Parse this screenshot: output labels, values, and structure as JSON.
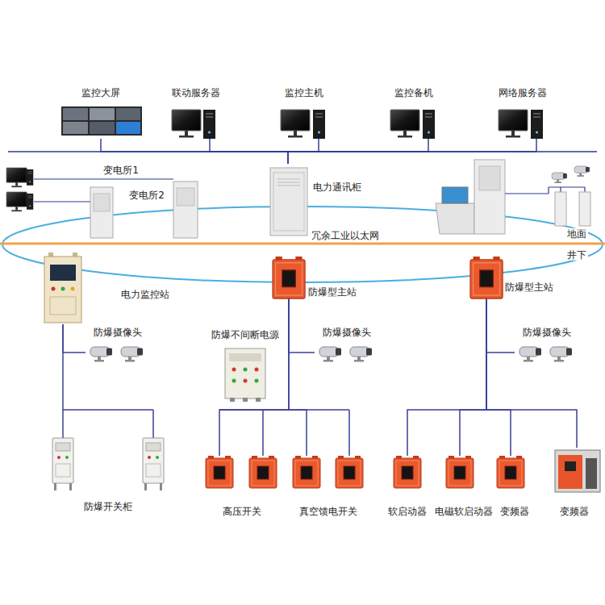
{
  "diagram": {
    "nodes": [
      {
        "text": [
          "监控大屏"
        ]
      },
      {
        "text": [
          "联动服务器"
        ]
      },
      {
        "text": [
          "监控主机"
        ]
      },
      {
        "text": [
          "监控备机"
        ]
      },
      {
        "text": [
          "网络服务器"
        ]
      },
      {
        "text": [
          "电力通讯柜"
        ]
      },
      {
        "text": [
          "电力监控站"
        ]
      },
      {
        "text": [
          "防爆型主站"
        ]
      },
      {
        "text": [
          "防爆型主站"
        ]
      },
      {
        "text": [
          "防爆摄像头"
        ]
      },
      {
        "text": [
          "防爆不间断电源"
        ]
      },
      {
        "text": [
          "防爆摄像头"
        ]
      },
      {
        "text": [
          "防爆摄像头"
        ]
      },
      {
        "text": [
          "防爆开关柜"
        ]
      },
      {
        "text": [
          "高压开关"
        ]
      },
      {
        "text": [
          "真空馈电开关"
        ]
      },
      {
        "text": [
          "软启动器"
        ]
      },
      {
        "text": [
          "电磁软启动器"
        ]
      },
      {
        "text": [
          "变频器"
        ]
      },
      {
        "text": [
          "变频器"
        ]
      }
    ],
    "edges": [
      {
        "from": 0,
        "to": 5,
        "arrow": "none"
      },
      {
        "from": 1,
        "to": 5,
        "arrow": "none"
      },
      {
        "from": 2,
        "to": 5,
        "arrow": "none"
      },
      {
        "from": 3,
        "to": 5,
        "arrow": "none"
      },
      {
        "from": 4,
        "to": 5,
        "arrow": "none"
      },
      {
        "from": 6,
        "to": 9,
        "arrow": "none"
      },
      {
        "from": 6,
        "to": 13,
        "arrow": "none"
      },
      {
        "from": 7,
        "to": 11,
        "arrow": "none"
      },
      {
        "from": 7,
        "to": 14,
        "arrow": "none"
      },
      {
        "from": 7,
        "to": 15,
        "arrow": "none"
      },
      {
        "from": 8,
        "to": 12,
        "arrow": "none"
      },
      {
        "from": 8,
        "to": 16,
        "arrow": "none"
      },
      {
        "from": 8,
        "to": 17,
        "arrow": "none"
      },
      {
        "from": 8,
        "to": 18,
        "arrow": "none"
      },
      {
        "from": 8,
        "to": 19,
        "arrow": "none"
      }
    ],
    "labels": [
      "变电所1",
      "变电所2",
      "冗余工业以太网",
      "地面",
      "井下"
    ]
  }
}
